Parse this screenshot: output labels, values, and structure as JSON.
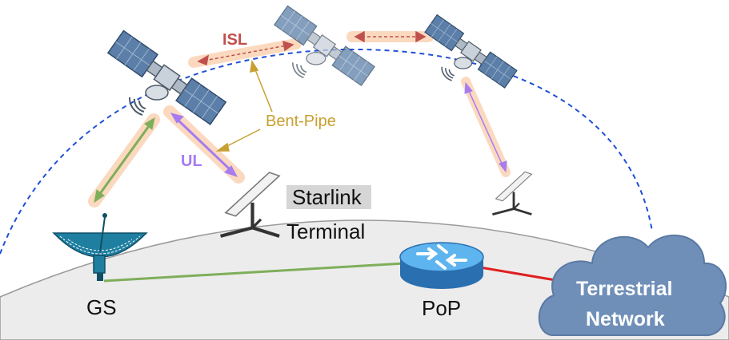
{
  "labels": {
    "isl": "ISL",
    "ul": "UL",
    "bent_pipe": "Bent-Pipe",
    "starlink_line1": "Starlink",
    "starlink_line2": "Terminal",
    "gs": "GS",
    "pop": "PoP",
    "network_line1": "Terrestrial",
    "network_line2": "Network"
  },
  "colors": {
    "ground": "#ececec",
    "orbit": "#1f4fd8",
    "isl_arrow": "#c0504d",
    "gs_link": "#7fae5a",
    "ul_link": "#a67cf0",
    "bent_pipe": "#c8a030",
    "highlight": "#fbd9bf",
    "pop_router": "#3a8fd6",
    "cloud": "#6f8fb8",
    "red_link": "#e02020",
    "gs_dish": "#1f7fa0"
  },
  "icons": [
    "satellite-icon",
    "starlink-terminal-icon",
    "ground-station-dish-icon",
    "router-icon",
    "cloud-icon"
  ]
}
